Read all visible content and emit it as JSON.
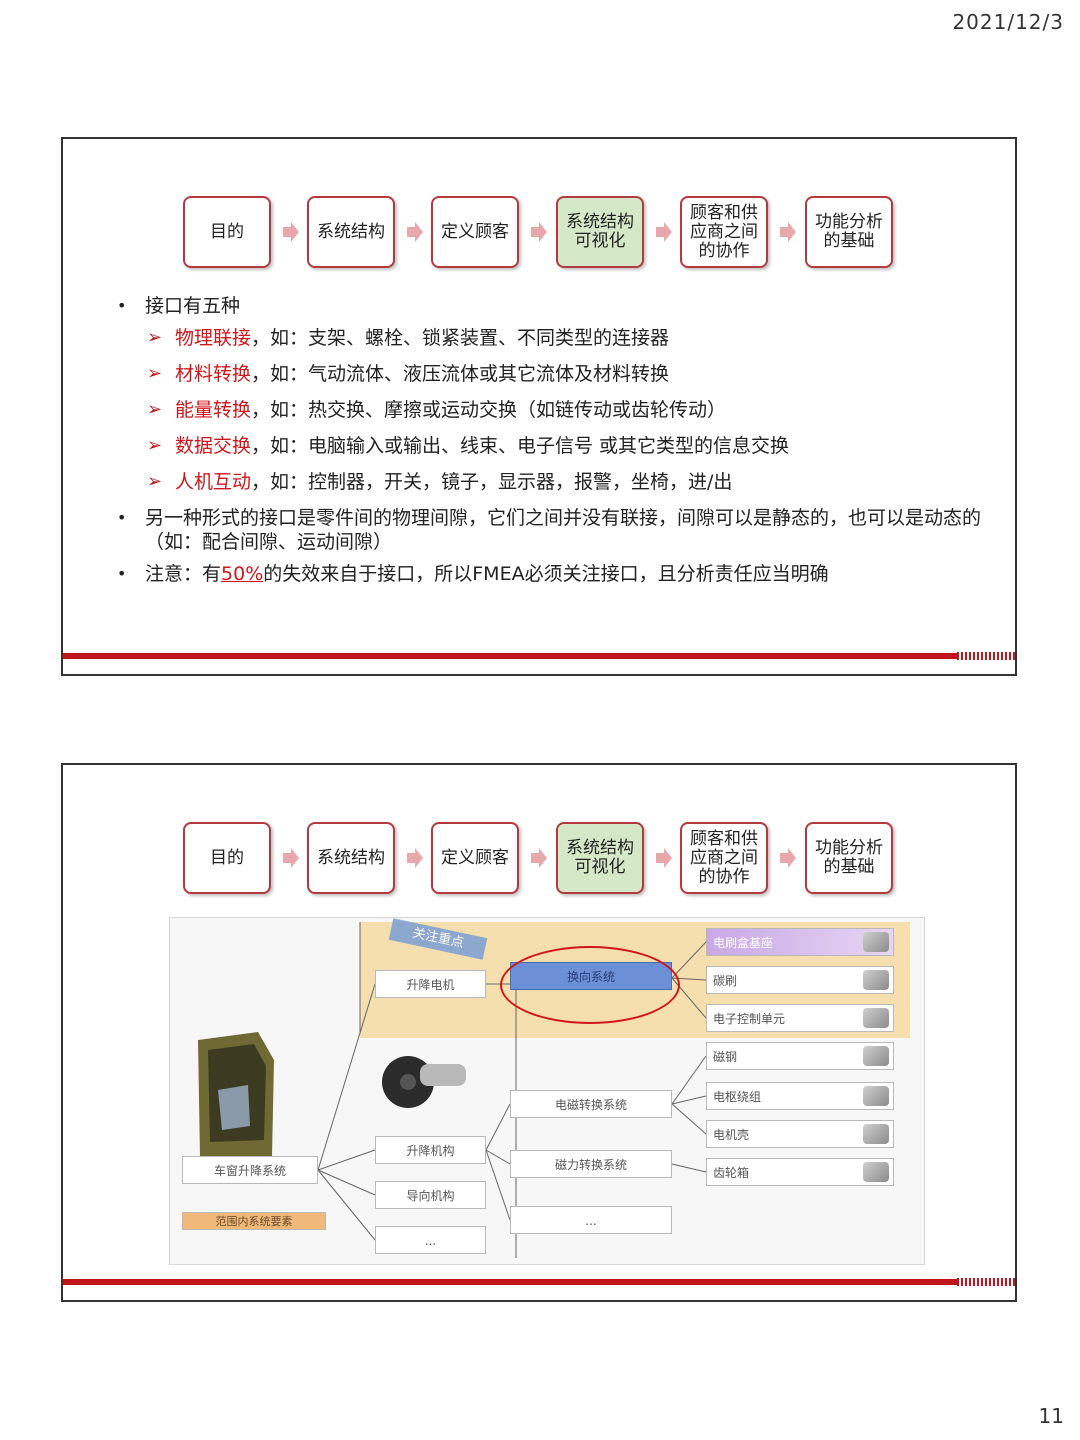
{
  "page": {
    "date": "2021/12/3",
    "number": "11"
  },
  "flow_steps": [
    {
      "label": "目的",
      "active": false
    },
    {
      "label": "系统结构",
      "active": false
    },
    {
      "label": "定义顾客",
      "active": false
    },
    {
      "label": "系统结构\n可视化",
      "active": true
    },
    {
      "label": "顾客和供\n应商之间\n的协作",
      "active": false
    },
    {
      "label": "功能分析\n的基础",
      "active": false
    }
  ],
  "slide1": {
    "bullet1": "接口有五种",
    "sub_items": [
      {
        "term": "物理联接",
        "rest": "，如：支架、螺栓、锁紧装置、不同类型的连接器"
      },
      {
        "term": "材料转换",
        "rest": "，如：气动流体、液压流体或其它流体及材料转换"
      },
      {
        "term": "能量转换",
        "rest": "，如：热交换、摩擦或运动交换（如链传动或齿轮传动）"
      },
      {
        "term": "数据交换",
        "rest": "，如：电脑输入或输出、线束、电子信号 或其它类型的信息交换"
      },
      {
        "term": "人机互动",
        "rest": "，如：控制器，开关，镜子，显示器，报警，坐椅，进/出"
      }
    ],
    "bullet2": "另一种形式的接口是零件间的物理间隙，它们之间并没有联接，间隙可以是静态的，也可以是动态的（如：配合间隙、运动间隙）",
    "bullet3_pre": "注意：有",
    "bullet3_pct": "50%",
    "bullet3_post": "的失效来自于接口，所以FMEA必须关注接口，且分析责任应当明确"
  },
  "diagram": {
    "focus_label": "关注重点",
    "root": "车窗升降系统",
    "legend": "范围内系统要素",
    "level1": [
      "升降电机",
      "升降机构",
      "导向机构",
      "..."
    ],
    "level2": [
      "换向系统",
      "电磁转换系统",
      "磁力转换系统",
      "..."
    ],
    "level3": [
      "电刷盒基座",
      "碳刷",
      "电子控制单元",
      "磁钢",
      "电枢绕组",
      "电机壳",
      "齿轮箱"
    ]
  }
}
